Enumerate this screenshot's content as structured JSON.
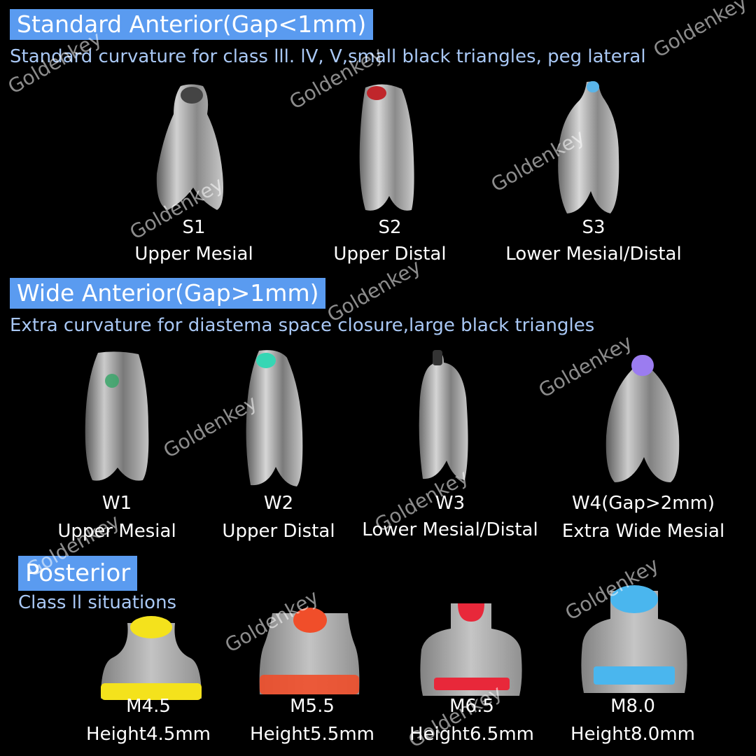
{
  "sections": {
    "standard": {
      "title": "Standard Anterior(Gap<1mm)",
      "description": "Standard curvature for class lll. lV, V,small black triangles, peg lateral",
      "items": [
        {
          "code": "S1",
          "name": "Upper Mesial",
          "tip_color": "#b8b8b8"
        },
        {
          "code": "S2",
          "name": "Upper Distal",
          "tip_color": "#c0262b"
        },
        {
          "code": "S3",
          "name": "Lower Mesial/Distal",
          "tip_color": "#5ab4e8"
        }
      ]
    },
    "wide": {
      "title": "Wide Anterior(Gap>1mm)",
      "description": "Extra curvature for diastema space closure,large black triangles",
      "items": [
        {
          "code": "W1",
          "name": "Upper Mesial",
          "tip_color": "#3aa66a"
        },
        {
          "code": "W2",
          "name": "Upper Distal",
          "tip_color": "#36d6b4"
        },
        {
          "code": "W3",
          "name": "Lower Mesial/Distal",
          "tip_color": "#333333"
        },
        {
          "code": "W4(Gap>2mm)",
          "name": "Extra Wide Mesial",
          "tip_color": "#9b7cf0"
        }
      ]
    },
    "posterior": {
      "title": "Posterior",
      "description": "Class ll situations",
      "items": [
        {
          "code": "M4.5",
          "name": "Height4.5mm",
          "band_color": "#f4e21c"
        },
        {
          "code": "M5.5",
          "name": "Height5.5mm",
          "band_color": "#f04e2a"
        },
        {
          "code": "M6.5",
          "name": "Height6.5mm",
          "band_color": "#e8283a"
        },
        {
          "code": "M8.0",
          "name": "Height8.0mm",
          "band_color": "#4ab6ee"
        }
      ]
    }
  },
  "watermark": "Goldenkey",
  "colors": {
    "banner": "#5a9bf0",
    "description": "#a9c8f5",
    "background": "#000000"
  }
}
